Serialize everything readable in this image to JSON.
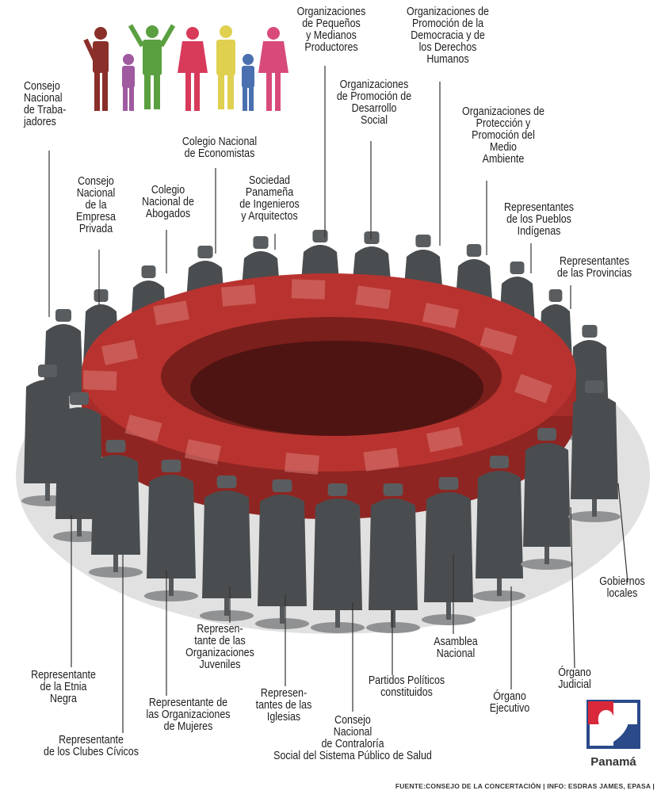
{
  "colors": {
    "table_rim": "#b8332f",
    "table_top": "#a82f2b",
    "table_inner": "#5a1614",
    "chair": "#4a4d4f",
    "chair_highlight": "#6b6f71",
    "floor": "#bdbdbd",
    "leader": "#333333",
    "brand_red": "#d8283a",
    "brand_blue": "#2a4a8a",
    "family_colors": [
      "#8a2f2a",
      "#a05aa0",
      "#5aa040",
      "#d83a5a",
      "#e0d050",
      "#4a70b0",
      "#d84a7a"
    ]
  },
  "icons": {
    "family": "family-icon",
    "brand": "heart-logo-icon"
  },
  "labels": [
    {
      "id": "ctrab",
      "text": "Consejo\nNacional\nde Traba-\njadores"
    },
    {
      "id": "cnep",
      "text": "Consejo\nNacional\nde la\nEmpresa\nPrivada"
    },
    {
      "id": "cna",
      "text": "Colegio\nNacional de\nAbogados"
    },
    {
      "id": "cne",
      "text": "Colegio Nacional\nde Economistas"
    },
    {
      "id": "spia",
      "text": "Sociedad\nPanameña\nde Ingenieros\ny Arquitectos"
    },
    {
      "id": "opmp",
      "text": "Organizaciones\nde Pequeños\ny Medianos\nProductores"
    },
    {
      "id": "opds",
      "text": "Organizaciones\nde Promoción de\nDesarrollo\nSocial"
    },
    {
      "id": "opddh",
      "text": "Organizaciones de\nPromoción de la\nDemocracia y de\nlos Derechos\nHumanos"
    },
    {
      "id": "oppma",
      "text": "Organizaciones de\nProtección y\nPromoción del\nMedio\nAmbiente"
    },
    {
      "id": "rpi",
      "text": "Representantes\nde los Pueblos\nIndígenas"
    },
    {
      "id": "rp",
      "text": "Representantes\nde las Provincias"
    },
    {
      "id": "gl",
      "text": "Gobiernos\nlocales"
    },
    {
      "id": "oj",
      "text": "Órgano\nJudicial"
    },
    {
      "id": "oe",
      "text": "Órgano\nEjecutivo"
    },
    {
      "id": "an",
      "text": "Asamblea\nNacional"
    },
    {
      "id": "ppc",
      "text": "Partidos Políticos\nconstituidos"
    },
    {
      "id": "cncs",
      "text": "Consejo\nNacional\nde Contraloría\nSocial del Sistema Público de Salud"
    },
    {
      "id": "ri",
      "text": "Represen-\ntantes de las\nIglesias"
    },
    {
      "id": "roj",
      "text": "Represen-\ntante de las\nOrganizaciones\nJuveniles"
    },
    {
      "id": "rom",
      "text": "Representante de\nlas Organizaciones\nde Mujeres"
    },
    {
      "id": "ren",
      "text": "Representante\nde la Etnia\nNegra"
    },
    {
      "id": "rcc",
      "text": "Representante\nde los Clubes Cívicos"
    }
  ],
  "brand": {
    "name": "Panamá"
  },
  "source": "FUENTE:CONSEJO DE LA CONCERTACIÓN | INFO: ESDRAS JAMES, EPASA |"
}
